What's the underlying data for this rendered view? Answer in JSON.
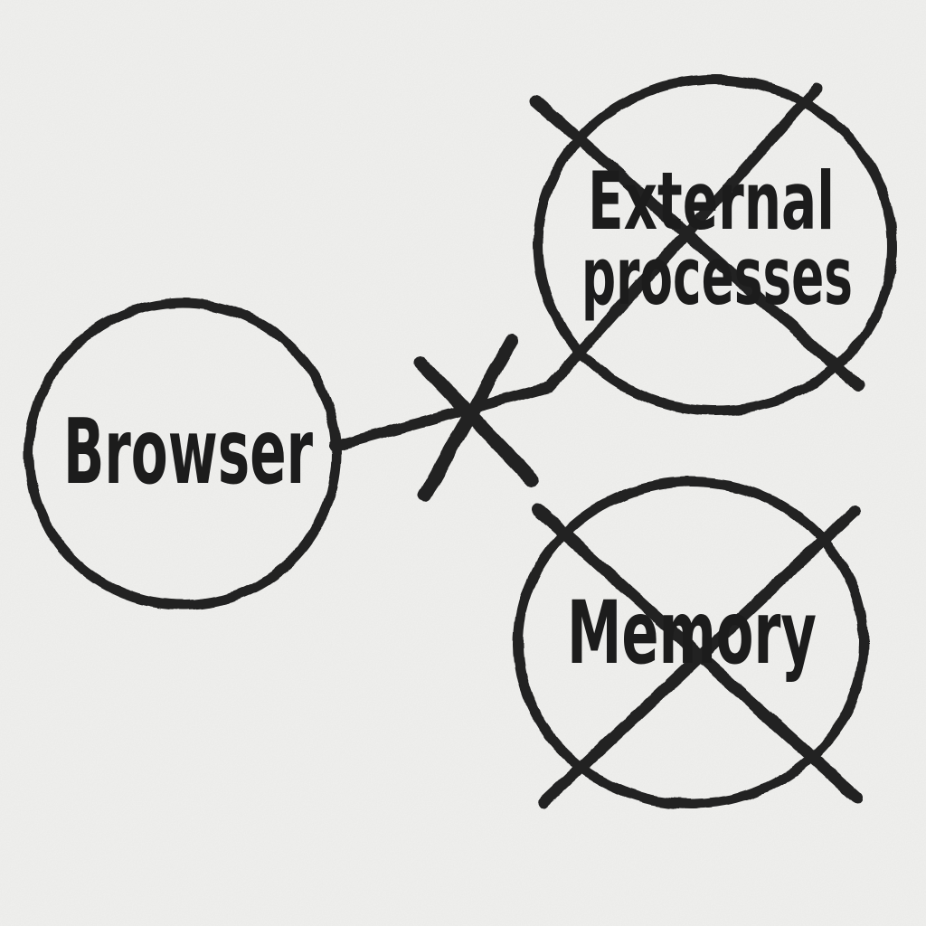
{
  "diagram": {
    "style": "hand-drawn-sketch",
    "background_color": "#f2f2f0",
    "ink_color": "#212121",
    "nodes": [
      {
        "id": "browser",
        "label": "Browser",
        "shape": "circle",
        "crossed_out": false,
        "position": "middle-left"
      },
      {
        "id": "external-processes",
        "label": "External processes",
        "label_lines": [
          "External",
          "processes"
        ],
        "shape": "circle",
        "crossed_out": true,
        "position": "top-right"
      },
      {
        "id": "memory",
        "label": "Memory",
        "shape": "circle",
        "crossed_out": true,
        "position": "bottom-right"
      }
    ],
    "edges": [
      {
        "from": "browser",
        "to": "external-processes",
        "blocked": true,
        "blocked_marker": "x-mark-on-line"
      }
    ]
  }
}
